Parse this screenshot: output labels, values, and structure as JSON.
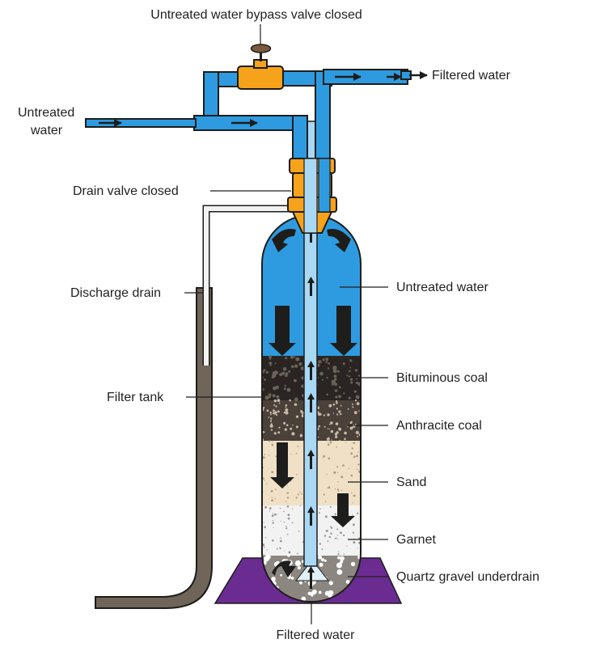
{
  "labels": {
    "bypass_valve": "Untreated water bypass valve closed",
    "filtered_water_top": "Filtered water",
    "untreated_in_line1": "Untreated",
    "untreated_in_line2": "water",
    "drain_valve": "Drain valve closed",
    "discharge_drain": "Discharge drain",
    "filter_tank": "Filter tank",
    "untreated_water_layer": "Untreated water",
    "bituminous_coal": "Bituminous coal",
    "anthracite_coal": "Anthracite coal",
    "sand": "Sand",
    "garnet": "Garnet",
    "quartz_gravel": "Quartz gravel underdrain",
    "filtered_water_bottom": "Filtered water"
  },
  "colors": {
    "water_blue": "#2e9be0",
    "center_tube": "#a9d8f5",
    "valve_orange": "#f7a21b",
    "drain_pipe": "#6f6558",
    "base_purple": "#6a2c91",
    "bituminous": "#2a2522",
    "anthracite": "#4a413b",
    "sand": "#efe0c6",
    "garnet": "#f2f2f2",
    "gravel": "#8c8680"
  }
}
